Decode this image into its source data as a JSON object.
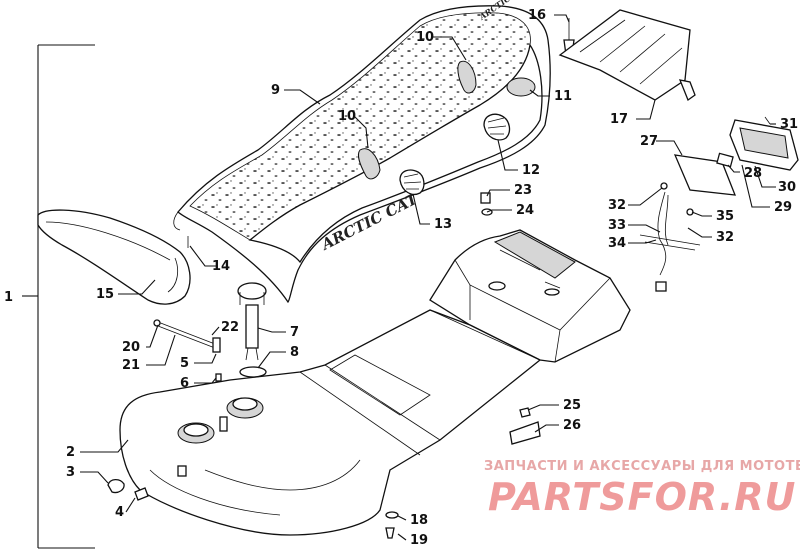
{
  "diagram": {
    "assembly_label": "1",
    "callouts": [
      "2",
      "3",
      "4",
      "5",
      "6",
      "7",
      "8",
      "9",
      "10",
      "10",
      "11",
      "12",
      "13",
      "14",
      "15",
      "16",
      "17",
      "18",
      "19",
      "20",
      "21",
      "22",
      "23",
      "24",
      "25",
      "26",
      "27",
      "28",
      "29",
      "30",
      "31",
      "32",
      "32",
      "33",
      "34",
      "35"
    ],
    "seat_logo": "ARCTIC CAT",
    "seat_logo_small": "ARCTIC CAT"
  },
  "watermark": {
    "tagline": "ЗАПЧАСТИ И АКСЕССУАРЫ ДЛЯ МОТОТЕХНИКИ",
    "brand": "PARTSFOR.RU"
  }
}
